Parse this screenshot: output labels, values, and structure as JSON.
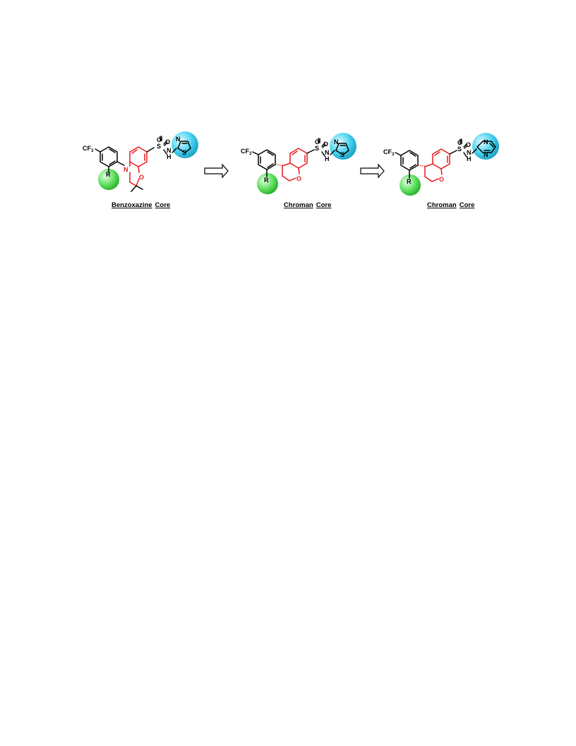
{
  "structures": [
    {
      "core_word": "Benzoxazine",
      "core_suffix": "Core",
      "labels": {
        "cf3": "CF",
        "cf3_sub": "3",
        "r": "R",
        "ring_n": "N",
        "ring_o": "O",
        "s": "S",
        "o1": "O",
        "o2": "O",
        "nh_n": "N",
        "nh_h": "H",
        "het_n": "N",
        "het_s": "S"
      }
    },
    {
      "core_word": "Chroman",
      "core_suffix": "Core",
      "labels": {
        "cf3": "CF",
        "cf3_sub": "3",
        "r": "R",
        "ring_o": "O",
        "s": "S",
        "o1": "O",
        "o2": "O",
        "nh_n": "N",
        "nh_h": "H",
        "het_n": "N",
        "het_s": "S"
      }
    },
    {
      "core_word": "Chroman",
      "core_suffix": "Core",
      "labels": {
        "cf3": "CF",
        "cf3_sub": "3",
        "r": "R",
        "ring_o": "O",
        "s": "S",
        "o1": "O",
        "o2": "O",
        "nh_n": "N",
        "nh_h": "H",
        "het_n1": "N",
        "het_n2": "N"
      }
    }
  ],
  "arrows": [
    "hollow-right-arrow",
    "hollow-right-arrow"
  ],
  "colors": {
    "core_red": "#e8191c",
    "green_sphere": "#4cd44c",
    "cyan_sphere": "#33c6e6"
  }
}
